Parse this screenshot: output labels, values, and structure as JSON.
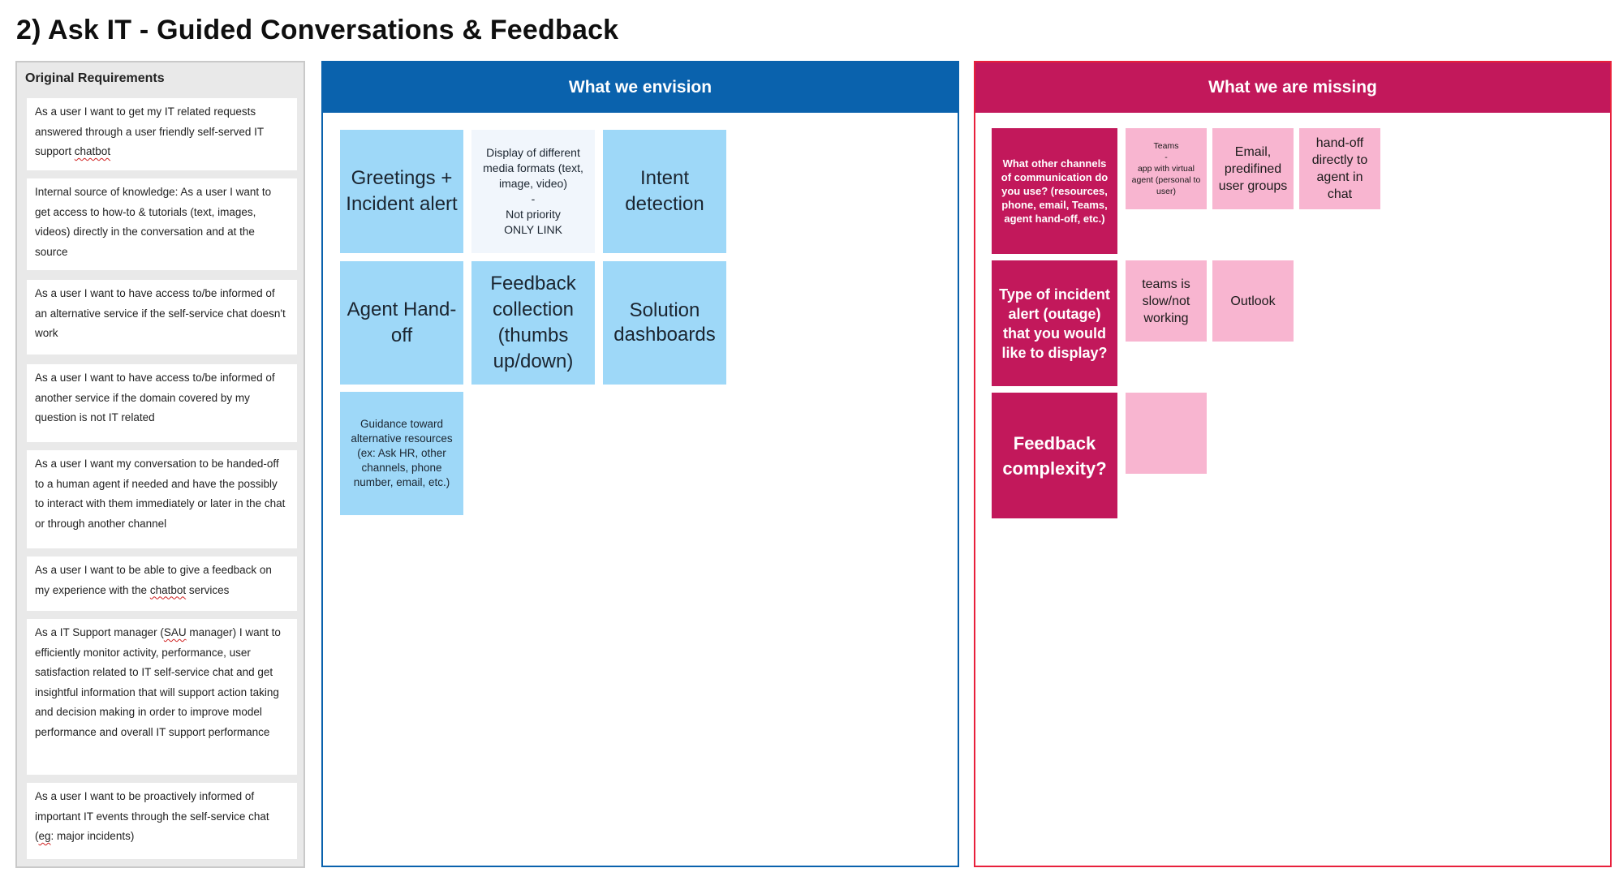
{
  "page": {
    "title": "2) Ask IT - Guided Conversations & Feedback"
  },
  "requirements": {
    "title": "Original Requirements",
    "items": [
      {
        "pre": "As a user I want to get my IT  related requests answered through a user friendly self-served IT support ",
        "flagged": "chatbot",
        "post": ""
      },
      {
        "pre": "Internal source of knowledge: As a user I want to get access to how-to & tutorials (text, images, videos) directly in the conversation and at the source",
        "flagged": "",
        "post": ""
      },
      {
        "pre": "As a user I want to have access to/be informed of an alternative service if the self-service chat doesn't work",
        "flagged": "",
        "post": ""
      },
      {
        "pre": "As a user I want to have access to/be informed of another service if the domain covered by my question is not IT related",
        "flagged": "",
        "post": ""
      },
      {
        "pre": "As a user I want my conversation to be handed-off to a human agent if needed and have the possibly to interact with them immediately or later in the chat or through another channel",
        "flagged": "",
        "post": ""
      },
      {
        "pre": "As a user I want to be able to give a feedback on my experience with the ",
        "flagged": "chatbot",
        "post": " services"
      },
      {
        "pre": "As a IT Support manager (",
        "flagged": "SAU",
        "post": " manager) I want to efficiently monitor activity, performance, user satisfaction related to IT self-service chat and get insightful information that will support action taking and decision making in order to improve model performance and overall IT support performance"
      },
      {
        "pre": "As a user I want to be proactively informed of important IT events through the self-service chat (",
        "flagged": "eg",
        "post": ": major incidents)"
      }
    ]
  },
  "envision": {
    "header": "What we envision",
    "notes": [
      "Greetings + Incident alert",
      "Display of different media formats (text, image, video)\n-\nNot priority\nONLY LINK",
      "Intent detection",
      "Agent Hand-off",
      "Feedback collection (thumbs up/down)",
      "Solution dashboards",
      "Guidance toward alternative resources\n(ex: Ask HR, other channels, phone number, email, etc.)"
    ]
  },
  "missing": {
    "header": "What we are missing",
    "notes": [
      "What other channels of communication do you use? (resources, phone, email, Teams, agent hand-off, etc.)",
      "Teams\n-\napp with virtual agent (personal to user)",
      "Email, predifined user groups",
      "hand-off directly to agent in chat",
      "Type of incident alert (outage) that you would like to display?",
      "teams is slow/not working",
      "Outlook",
      "Feedback complexity?",
      ""
    ]
  },
  "colors": {
    "envision_header": "#0a62ad",
    "missing_header": "#c2185b",
    "missing_border": "#e8203c",
    "sticky_blue": "#9ed8f8",
    "sticky_pale": "#f1f6fc",
    "sticky_magenta": "#c2185b",
    "sticky_pink": "#f8b5d0"
  }
}
